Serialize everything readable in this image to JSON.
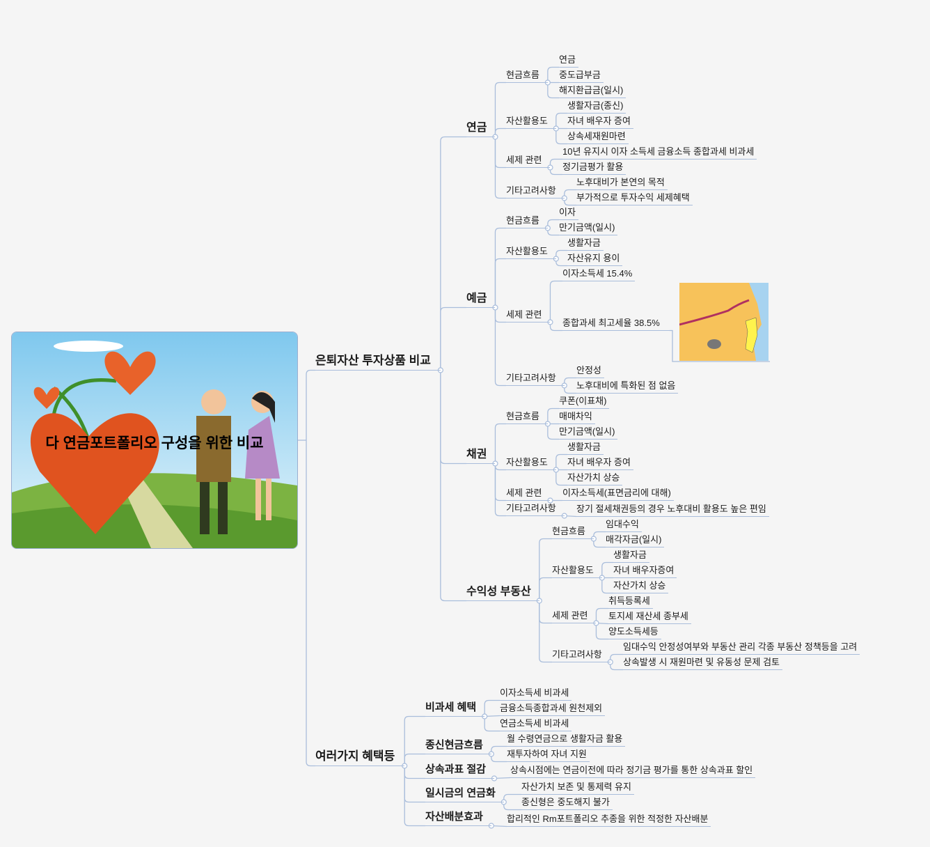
{
  "central": {
    "title": "다 연금포트폴리오 구성을 위한 비교"
  },
  "b": [
    {
      "label": "은퇴자산 투자상품 비교",
      "c": [
        {
          "label": "연금",
          "c": [
            {
              "label": "현금흐름",
              "c": [
                "연금",
                "중도급부금",
                "해지환급금(일시)"
              ]
            },
            {
              "label": "자산활용도",
              "c": [
                "생활자금(종신)",
                "자녀 배우자 증여",
                "상속세재원마련"
              ]
            },
            {
              "label": "세제 관련",
              "c": [
                "10년 유지시 이자 소득세 금융소득 종합과세 비과세",
                "정기금평가 활용"
              ]
            },
            {
              "label": "기타고려사항",
              "c": [
                "노후대비가 본연의 목적",
                "부가적으로 투자수익 세제혜택"
              ]
            }
          ]
        },
        {
          "label": "예금",
          "c": [
            {
              "label": "현금흐름",
              "c": [
                "이자",
                "만기금액(일시)"
              ]
            },
            {
              "label": "자산활용도",
              "c": [
                "생활자금",
                "자산유지 용이"
              ]
            },
            {
              "label": "세제 관련",
              "c": [
                "이자소득세 15.4%",
                "종합과세 최고세율 38.5%"
              ]
            },
            {
              "label": "기타고려사항",
              "c": [
                "안정성",
                "노후대비에 특화된 점 없음"
              ]
            }
          ]
        },
        {
          "label": "채권",
          "c": [
            {
              "label": "현금흐름",
              "c": [
                "쿠폰(이표채)",
                "매매차익",
                "만기금액(일시)"
              ]
            },
            {
              "label": "자산활용도",
              "c": [
                "생활자금",
                "자녀 배우자 증여",
                "자산가치 상승"
              ]
            },
            {
              "label": "세제 관련",
              "c": [
                "이자소득세(표면금리에 대해)"
              ]
            },
            {
              "label": "기타고려사항",
              "c": [
                "장기 절세채권등의 경우 노후대비 활용도 높은 편임"
              ]
            }
          ]
        },
        {
          "label": "수익성 부동산",
          "c": [
            {
              "label": "현금흐름",
              "c": [
                "임대수익",
                "매각자금(일시)"
              ]
            },
            {
              "label": "자산활용도",
              "c": [
                "생활자금",
                "자녀 배우자증여",
                "자산가치 상승"
              ]
            },
            {
              "label": "세제 관련",
              "c": [
                "취득등록세",
                "토지세 재산세 종부세",
                "양도소득세등"
              ]
            },
            {
              "label": "기타고려사항",
              "c": [
                "임대수익 안정성여부와 부동산 관리 각종 부동산 정책등을 고려",
                "상속발생 시 재원마련 및 유동성 문제 검토"
              ]
            }
          ]
        }
      ]
    },
    {
      "label": "여러가지 혜택등",
      "c": [
        {
          "label": "비과세 혜택",
          "c": [
            "이자소득세 비과세",
            "금융소득종합과세 원천제외",
            "연금소득세 비과세"
          ]
        },
        {
          "label": "종신현금흐름",
          "c": [
            "월 수령연금으로 생활자금 활용",
            "재투자하여 자녀 지원"
          ]
        },
        {
          "label": "상속과표 절감",
          "c": [
            "상속시점에는 연금이전에 따라 정기금 평가를 통한 상속과표 할인"
          ]
        },
        {
          "label": "일시금의 연금화",
          "c": [
            "자산가치 보존 및 통제력 유지",
            "종신형은 중도해지 불가"
          ]
        },
        {
          "label": "자산배분효과",
          "c": [
            "합리적인 Rm포트폴리오 추종을 위한 적정한 자산배분"
          ]
        }
      ]
    }
  ],
  "colors": {
    "line": "#a9bddb",
    "background": "#f5f5f5",
    "map_land": "#f7c25a"
  }
}
